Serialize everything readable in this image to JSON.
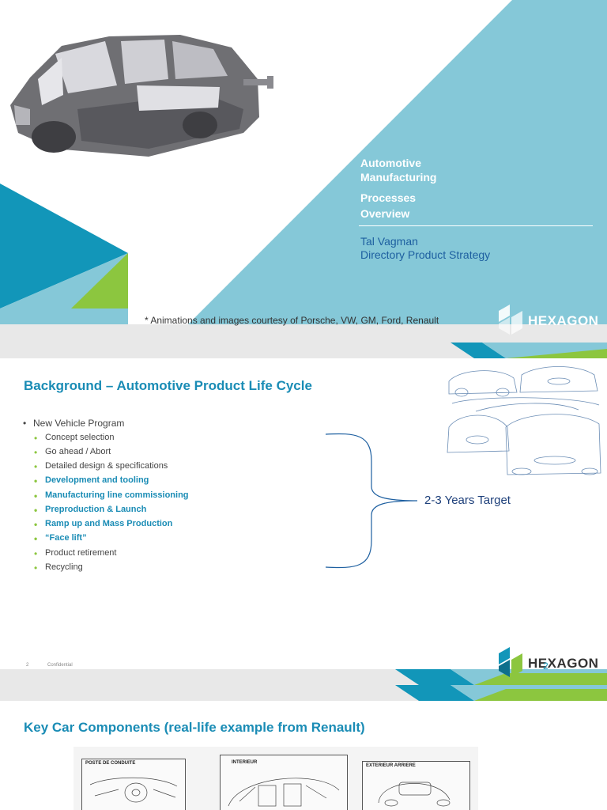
{
  "slide1": {
    "title_line1": "Automotive",
    "title_line2": "Manufacturing",
    "title_line3": "Processes",
    "title_line4": "Overview",
    "author_name": "Tal Vagman",
    "author_role": "Directory Product Strategy",
    "courtesy": "* Animations and images courtesy of Porsche, VW, GM, Ford, Renault",
    "brand": "HEXAGON",
    "colors": {
      "light_blue": "#85c8d8",
      "mid_blue": "#1296b9",
      "green": "#8cc63f",
      "text_blue": "#1d5fa0"
    }
  },
  "slide2": {
    "title": "Background – Automotive Product Life Cycle",
    "main_bullet": "New Vehicle Program",
    "sub_bullets": [
      "Concept selection",
      "Go ahead / Abort",
      "Detailed design & specifications",
      "Development and tooling",
      "Manufacturing line commissioning",
      "Preproduction & Launch",
      "Ramp up and Mass Production",
      "“Face lift”",
      "Product retirement",
      "Recycling"
    ],
    "target_label": "2-3 Years Target",
    "page_number": "2",
    "footer_label": "Confidential",
    "brand": "HEXAGON"
  },
  "slide3": {
    "title": "Key Car Components (real-life example from Renault)",
    "sketch_labels": [
      "POSTE DE CONDUITE",
      "INTERIEUR",
      "EXTERIEUR ARRIERE"
    ]
  }
}
